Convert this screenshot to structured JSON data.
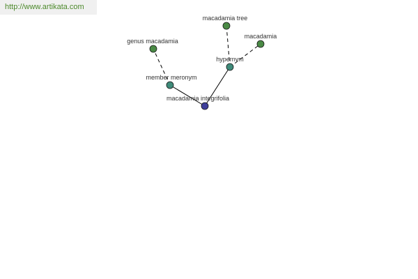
{
  "site_link": {
    "text": "http://www.artikata.com",
    "color": "#4d8a2c"
  },
  "graph": {
    "nodes": [
      {
        "id": "center",
        "label": "macadamia integrifolia",
        "kind": "center",
        "color": "#3f3f9a",
        "icon": "circle-node"
      },
      {
        "id": "member",
        "label": "member meronym",
        "kind": "relation",
        "color": "#3f8b7a",
        "icon": "circle-node"
      },
      {
        "id": "hypernym",
        "label": "hypernym",
        "kind": "relation",
        "color": "#3f8b7a",
        "icon": "circle-node"
      },
      {
        "id": "genus",
        "label": "genus macadamia",
        "kind": "term",
        "color": "#4a8a45",
        "icon": "circle-node"
      },
      {
        "id": "tree",
        "label": "macadamia tree",
        "kind": "term",
        "color": "#4a8a45",
        "icon": "circle-node"
      },
      {
        "id": "macadamia",
        "label": "macadamia",
        "kind": "term",
        "color": "#4a8a45",
        "icon": "circle-node"
      }
    ],
    "edges": [
      {
        "from": "center",
        "to": "member",
        "style": "solid"
      },
      {
        "from": "center",
        "to": "hypernym",
        "style": "solid"
      },
      {
        "from": "member",
        "to": "genus",
        "style": "dashed"
      },
      {
        "from": "hypernym",
        "to": "tree",
        "style": "dashed"
      },
      {
        "from": "hypernym",
        "to": "macadamia",
        "style": "dashed"
      }
    ]
  }
}
